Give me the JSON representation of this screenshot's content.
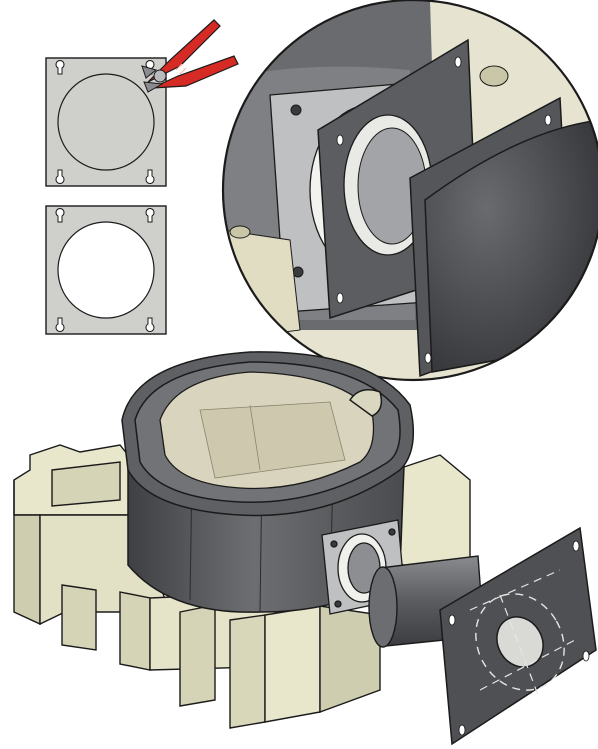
{
  "figure": {
    "panels": [
      {
        "name": "plate-before-cut",
        "state": "knockout-disc-in-place"
      },
      {
        "name": "plate-after-cut",
        "state": "center-opening-removed"
      },
      {
        "name": "detail-zoom-circle",
        "state": "plate-and-spigot-mounted-on-opening"
      },
      {
        "name": "assembly-view",
        "state": "spigot-with-plate-being-attached-to-stove-body"
      }
    ],
    "tool": {
      "name": "cutting-pliers",
      "icon": "pliers-icon"
    }
  },
  "colors": {
    "plate_gray": "#cfcfcb",
    "steel_dark": "#58595c",
    "steel_mid": "#7c7d80",
    "steel_light": "#b9babc",
    "cream_base": "#e8e6cb",
    "cream_shadow": "#c9c7a8",
    "glass_beige": "#d9d4bd",
    "pliers_red": "#d62a24",
    "outline": "#1b1b1b"
  }
}
